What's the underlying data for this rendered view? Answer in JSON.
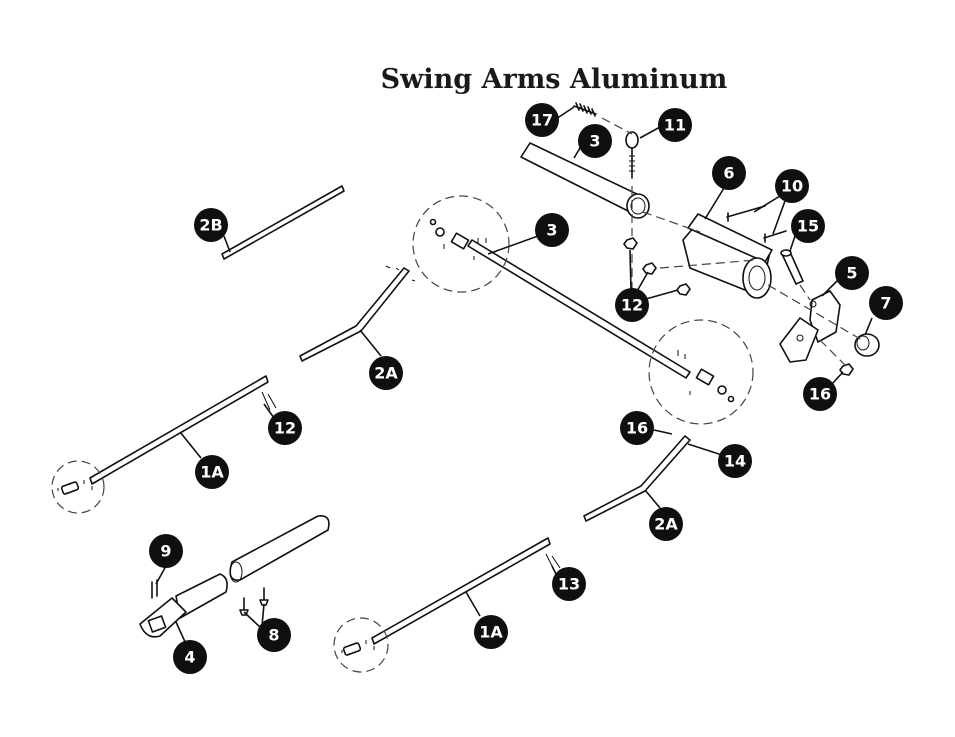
{
  "title": "Swing Arms Aluminum",
  "callouts": [
    {
      "id": "17",
      "label": "17"
    },
    {
      "id": "3-top",
      "label": "3"
    },
    {
      "id": "11",
      "label": "11"
    },
    {
      "id": "6",
      "label": "6"
    },
    {
      "id": "10",
      "label": "10"
    },
    {
      "id": "15",
      "label": "15"
    },
    {
      "id": "5",
      "label": "5"
    },
    {
      "id": "7",
      "label": "7"
    },
    {
      "id": "12-top",
      "label": "12"
    },
    {
      "id": "16-top",
      "label": "16"
    },
    {
      "id": "2B",
      "label": "2B"
    },
    {
      "id": "3-mid",
      "label": "3"
    },
    {
      "id": "2A-top",
      "label": "2A"
    },
    {
      "id": "12-mid",
      "label": "12"
    },
    {
      "id": "1A-top",
      "label": "1A"
    },
    {
      "id": "16-mid",
      "label": "16"
    },
    {
      "id": "14",
      "label": "14"
    },
    {
      "id": "2A-bottom",
      "label": "2A"
    },
    {
      "id": "9",
      "label": "9"
    },
    {
      "id": "8",
      "label": "8"
    },
    {
      "id": "4",
      "label": "4"
    },
    {
      "id": "13",
      "label": "13"
    },
    {
      "id": "1A-bottom",
      "label": "1A"
    }
  ]
}
